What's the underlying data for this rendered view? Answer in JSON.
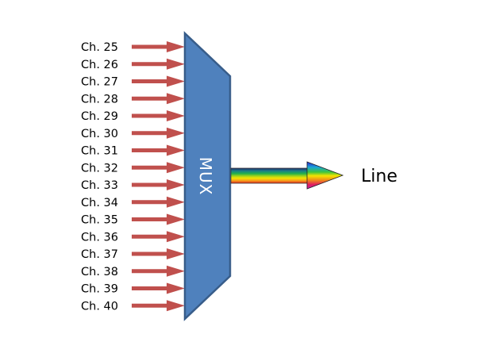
{
  "diagram": {
    "title": "Multiplexer diagram",
    "channels": [
      "Ch. 25",
      "Ch. 26",
      "Ch. 27",
      "Ch. 28",
      "Ch. 29",
      "Ch. 30",
      "Ch. 31",
      "Ch. 32",
      "Ch. 33",
      "Ch. 34",
      "Ch. 35",
      "Ch. 36",
      "Ch. 37",
      "Ch. 38",
      "Ch. 39",
      "Ch. 40"
    ],
    "mux_label": "MUX",
    "output_label": "Line",
    "colors": {
      "input_arrow": "#c0504d",
      "mux_fill": "#4f81bd",
      "mux_stroke": "#385d8a",
      "rainbow": [
        "#1f2a6b",
        "#1b7f8a",
        "#22b04a",
        "#9fd21c",
        "#f5e400",
        "#f7a21b",
        "#e2281c"
      ],
      "rainbow_head": [
        "#2a1fd0",
        "#1aa6d6",
        "#3ec43e",
        "#f5e400",
        "#f08a1a",
        "#e01f5a",
        "#c21ab0"
      ]
    }
  }
}
